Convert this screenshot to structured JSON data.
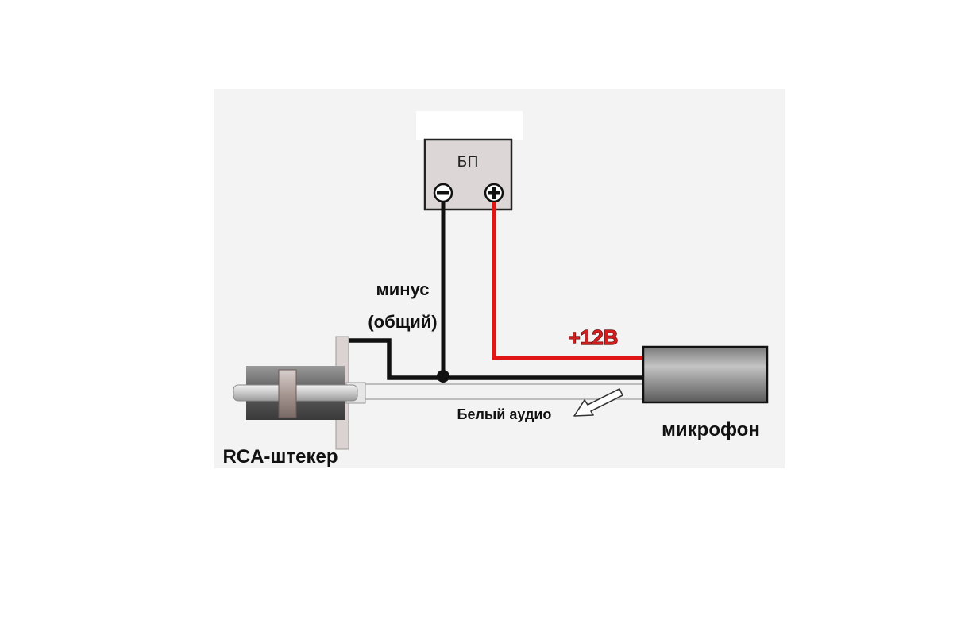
{
  "diagram": {
    "power_supply": {
      "label": "БП",
      "minus_symbol": "−",
      "plus_symbol": "+"
    },
    "ground_label_line1": "минус",
    "ground_label_line2": "(общий)",
    "voltage_label": "+12В",
    "audio_label": "Белый аудио",
    "plug_label": "RCA-штекер",
    "microphone_label": "микрофон"
  },
  "colors": {
    "background": "#ffffff",
    "panel": "#f4f3f3",
    "psu_body": "#dcd6d6",
    "wire_ground": "#111111",
    "wire_power": "#e01515",
    "wire_audio": "#f2f2f2",
    "voltage_text": "#d41e1e"
  }
}
